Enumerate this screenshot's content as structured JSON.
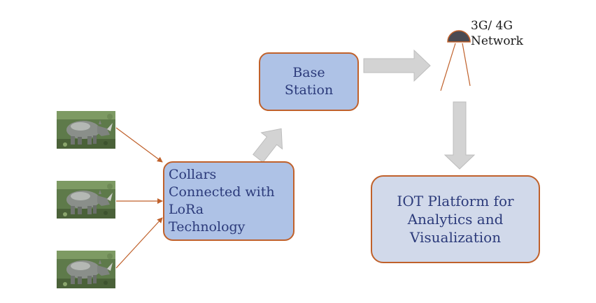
{
  "nodes": {
    "base_station": {
      "lines": [
        "Base",
        "Station"
      ]
    },
    "collars": {
      "lines": [
        "Collars",
        "Connected with",
        "LoRa",
        "Technology"
      ]
    },
    "iot_platform": {
      "lines": [
        "IOT Platform for",
        "Analytics and",
        "Visualization"
      ]
    },
    "network": {
      "lines": [
        "3G/ 4G",
        "Network"
      ]
    }
  },
  "icons": {
    "animals": [
      "rhino-image",
      "rhino-image",
      "rhino-image"
    ],
    "tower": "network-tower-icon"
  },
  "colors": {
    "box_fill": "#aec2e6",
    "iot_fill": "#d1d9ea",
    "border": "#c0612b",
    "text": "#2b3a7a",
    "arrow_fill": "#d3d3d3",
    "connector": "#c0612b"
  }
}
